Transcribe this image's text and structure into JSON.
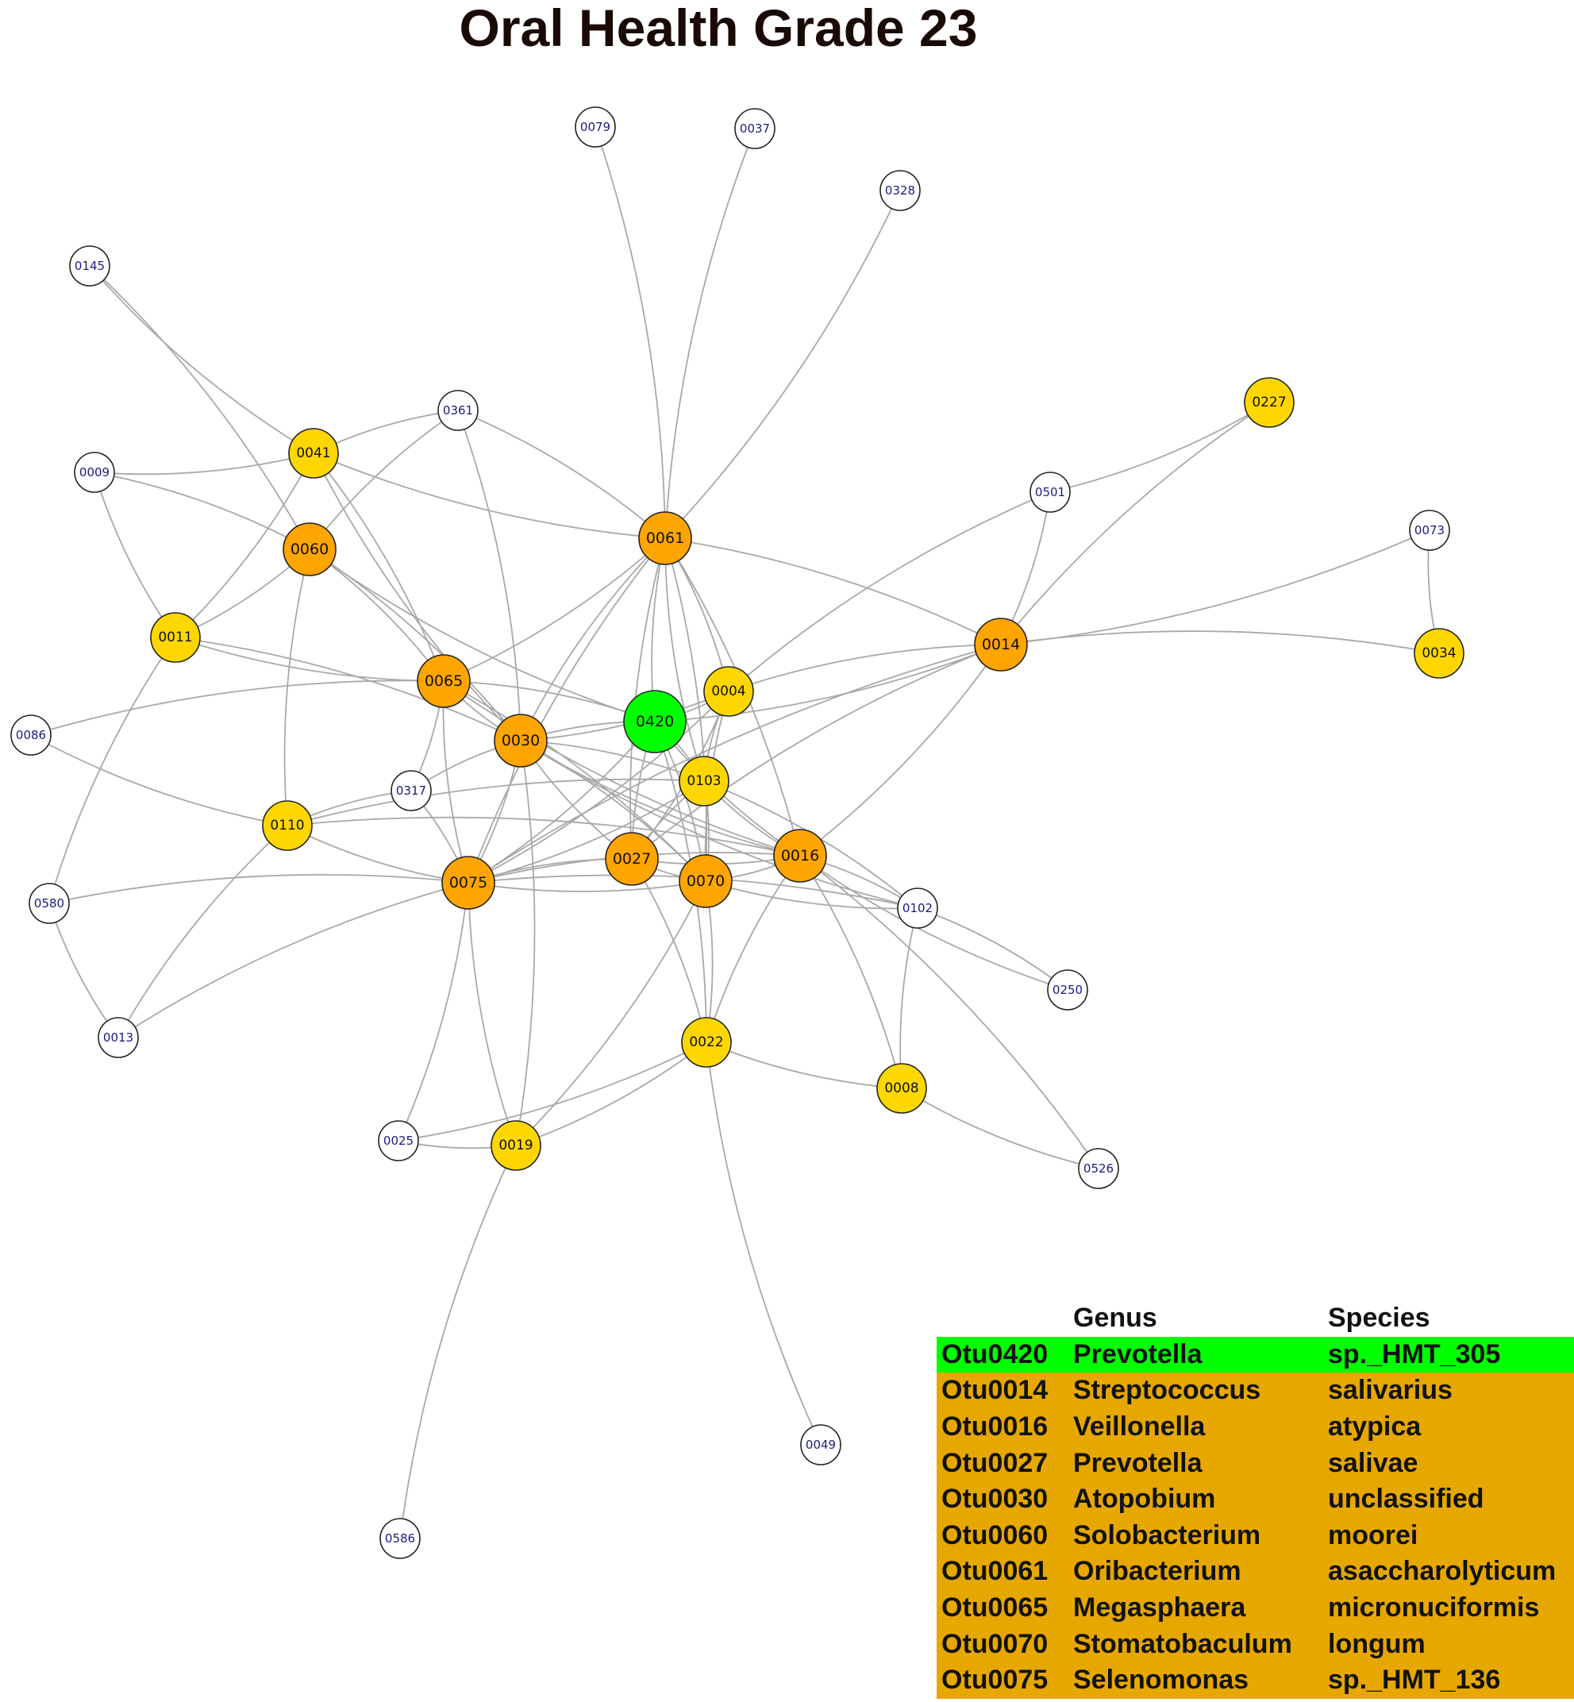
{
  "title": "Oral Health Grade 23",
  "colors": {
    "hub_focus": "#00ff00",
    "hub": "#ffa500",
    "secondary": "#ffd700",
    "peripheral": "#ffffff",
    "edge": "#a9a9a9",
    "legend_focus_row": "#00ff00",
    "legend_row": "#e6a700",
    "peripheral_label": "#1a1a80"
  },
  "nodes": [
    {
      "id": "0420",
      "kind": "hub_focus"
    },
    {
      "id": "0061",
      "kind": "hub"
    },
    {
      "id": "0060",
      "kind": "hub"
    },
    {
      "id": "0014",
      "kind": "hub"
    },
    {
      "id": "0065",
      "kind": "hub"
    },
    {
      "id": "0030",
      "kind": "hub"
    },
    {
      "id": "0027",
      "kind": "hub"
    },
    {
      "id": "0070",
      "kind": "hub"
    },
    {
      "id": "0016",
      "kind": "hub"
    },
    {
      "id": "0075",
      "kind": "hub"
    },
    {
      "id": "0041",
      "kind": "secondary"
    },
    {
      "id": "0011",
      "kind": "secondary"
    },
    {
      "id": "0004",
      "kind": "secondary"
    },
    {
      "id": "0103",
      "kind": "secondary"
    },
    {
      "id": "0110",
      "kind": "secondary"
    },
    {
      "id": "0022",
      "kind": "secondary"
    },
    {
      "id": "0008",
      "kind": "secondary"
    },
    {
      "id": "0019",
      "kind": "secondary"
    },
    {
      "id": "0227",
      "kind": "secondary"
    },
    {
      "id": "0034",
      "kind": "secondary"
    },
    {
      "id": "0079",
      "kind": "peripheral"
    },
    {
      "id": "0037",
      "kind": "peripheral"
    },
    {
      "id": "0328",
      "kind": "peripheral"
    },
    {
      "id": "0145",
      "kind": "peripheral"
    },
    {
      "id": "0361",
      "kind": "peripheral"
    },
    {
      "id": "0009",
      "kind": "peripheral"
    },
    {
      "id": "0501",
      "kind": "peripheral"
    },
    {
      "id": "0073",
      "kind": "peripheral"
    },
    {
      "id": "0086",
      "kind": "peripheral"
    },
    {
      "id": "0317",
      "kind": "peripheral"
    },
    {
      "id": "0580",
      "kind": "peripheral"
    },
    {
      "id": "0102",
      "kind": "peripheral"
    },
    {
      "id": "0250",
      "kind": "peripheral"
    },
    {
      "id": "0013",
      "kind": "peripheral"
    },
    {
      "id": "0025",
      "kind": "peripheral"
    },
    {
      "id": "0526",
      "kind": "peripheral"
    },
    {
      "id": "0049",
      "kind": "peripheral"
    },
    {
      "id": "0586",
      "kind": "peripheral"
    }
  ],
  "edges": [
    [
      "0079",
      "0061"
    ],
    [
      "0037",
      "0061"
    ],
    [
      "0328",
      "0061"
    ],
    [
      "0145",
      "0041"
    ],
    [
      "0145",
      "0060"
    ],
    [
      "0361",
      "0041"
    ],
    [
      "0361",
      "0061"
    ],
    [
      "0361",
      "0060"
    ],
    [
      "0361",
      "0030"
    ],
    [
      "0009",
      "0041"
    ],
    [
      "0009",
      "0060"
    ],
    [
      "0009",
      "0011"
    ],
    [
      "0041",
      "0011"
    ],
    [
      "0041",
      "0061"
    ],
    [
      "0041",
      "0065"
    ],
    [
      "0041",
      "0030"
    ],
    [
      "0060",
      "0011"
    ],
    [
      "0060",
      "0110"
    ],
    [
      "0060",
      "0065"
    ],
    [
      "0060",
      "0420"
    ],
    [
      "0060",
      "0030"
    ],
    [
      "0011",
      "0065"
    ],
    [
      "0011",
      "0030"
    ],
    [
      "0011",
      "0580"
    ],
    [
      "0061",
      "0065"
    ],
    [
      "0061",
      "0420"
    ],
    [
      "0061",
      "0004"
    ],
    [
      "0061",
      "0103"
    ],
    [
      "0061",
      "0014"
    ],
    [
      "0061",
      "0030"
    ],
    [
      "0061",
      "0016"
    ],
    [
      "0061",
      "0075"
    ],
    [
      "0061",
      "0070"
    ],
    [
      "0061",
      "0027"
    ],
    [
      "0227",
      "0501"
    ],
    [
      "0227",
      "0014"
    ],
    [
      "0501",
      "0014"
    ],
    [
      "0501",
      "0004"
    ],
    [
      "0073",
      "0014"
    ],
    [
      "0073",
      "0034"
    ],
    [
      "0014",
      "0034"
    ],
    [
      "0014",
      "0004"
    ],
    [
      "0014",
      "0420"
    ],
    [
      "0014",
      "0027"
    ],
    [
      "0014",
      "0016"
    ],
    [
      "0014",
      "0075"
    ],
    [
      "0086",
      "0065"
    ],
    [
      "0086",
      "0110"
    ],
    [
      "0065",
      "0420"
    ],
    [
      "0065",
      "0030"
    ],
    [
      "0065",
      "0317"
    ],
    [
      "0065",
      "0075"
    ],
    [
      "0065",
      "0070"
    ],
    [
      "0065",
      "0016"
    ],
    [
      "0030",
      "0420"
    ],
    [
      "0030",
      "0004"
    ],
    [
      "0030",
      "0103"
    ],
    [
      "0030",
      "0027"
    ],
    [
      "0030",
      "0070"
    ],
    [
      "0030",
      "0016"
    ],
    [
      "0030",
      "0075"
    ],
    [
      "0030",
      "0102"
    ],
    [
      "0030",
      "0019"
    ],
    [
      "0030",
      "0317"
    ],
    [
      "0420",
      "0103"
    ],
    [
      "0420",
      "0004"
    ],
    [
      "0420",
      "0075"
    ],
    [
      "0420",
      "0027"
    ],
    [
      "0420",
      "0070"
    ],
    [
      "0420",
      "0016"
    ],
    [
      "0420",
      "0022"
    ],
    [
      "0004",
      "0103"
    ],
    [
      "0004",
      "0075"
    ],
    [
      "0004",
      "0070"
    ],
    [
      "0004",
      "0027"
    ],
    [
      "0103",
      "0110"
    ],
    [
      "0103",
      "0075"
    ],
    [
      "0103",
      "0027"
    ],
    [
      "0103",
      "0070"
    ],
    [
      "0103",
      "0016"
    ],
    [
      "0103",
      "0102"
    ],
    [
      "0317",
      "0110"
    ],
    [
      "0317",
      "0075"
    ],
    [
      "0110",
      "0075"
    ],
    [
      "0110",
      "0016"
    ],
    [
      "0110",
      "0013"
    ],
    [
      "0580",
      "0075"
    ],
    [
      "0580",
      "0013"
    ],
    [
      "0075",
      "0027"
    ],
    [
      "0075",
      "0070"
    ],
    [
      "0075",
      "0016"
    ],
    [
      "0075",
      "0019"
    ],
    [
      "0075",
      "0025"
    ],
    [
      "0075",
      "0013"
    ],
    [
      "0075",
      "0102"
    ],
    [
      "0027",
      "0070"
    ],
    [
      "0027",
      "0022"
    ],
    [
      "0027",
      "0016"
    ],
    [
      "0070",
      "0022"
    ],
    [
      "0070",
      "0016"
    ],
    [
      "0070",
      "0019"
    ],
    [
      "0070",
      "0102"
    ],
    [
      "0016",
      "0102"
    ],
    [
      "0016",
      "0022"
    ],
    [
      "0016",
      "0008"
    ],
    [
      "0016",
      "0250"
    ],
    [
      "0016",
      "0526"
    ],
    [
      "0102",
      "0008"
    ],
    [
      "0102",
      "0250"
    ],
    [
      "0022",
      "0008"
    ],
    [
      "0022",
      "0019"
    ],
    [
      "0022",
      "0049"
    ],
    [
      "0022",
      "0025"
    ],
    [
      "0008",
      "0526"
    ],
    [
      "0019",
      "0025"
    ],
    [
      "0019",
      "0586"
    ]
  ],
  "legend": {
    "header": {
      "otu": "",
      "genus": "Genus",
      "species": "Species"
    },
    "rows": [
      {
        "otu": "Otu0420",
        "genus": "Prevotella",
        "species": "sp._HMT_305",
        "focus": true
      },
      {
        "otu": "Otu0014",
        "genus": "Streptococcus",
        "species": "salivarius",
        "focus": false
      },
      {
        "otu": "Otu0016",
        "genus": "Veillonella",
        "species": "atypica",
        "focus": false
      },
      {
        "otu": "Otu0027",
        "genus": "Prevotella",
        "species": "salivae",
        "focus": false
      },
      {
        "otu": "Otu0030",
        "genus": "Atopobium",
        "species": "unclassified",
        "focus": false
      },
      {
        "otu": "Otu0060",
        "genus": "Solobacterium",
        "species": "moorei",
        "focus": false
      },
      {
        "otu": "Otu0061",
        "genus": "Oribacterium",
        "species": "asaccharolyticum",
        "focus": false
      },
      {
        "otu": "Otu0065",
        "genus": "Megasphaera",
        "species": "micronuciformis",
        "focus": false
      },
      {
        "otu": "Otu0070",
        "genus": "Stomatobaculum",
        "species": "longum",
        "focus": false
      },
      {
        "otu": "Otu0075",
        "genus": "Selenomonas",
        "species": "sp._HMT_136",
        "focus": false
      }
    ]
  }
}
